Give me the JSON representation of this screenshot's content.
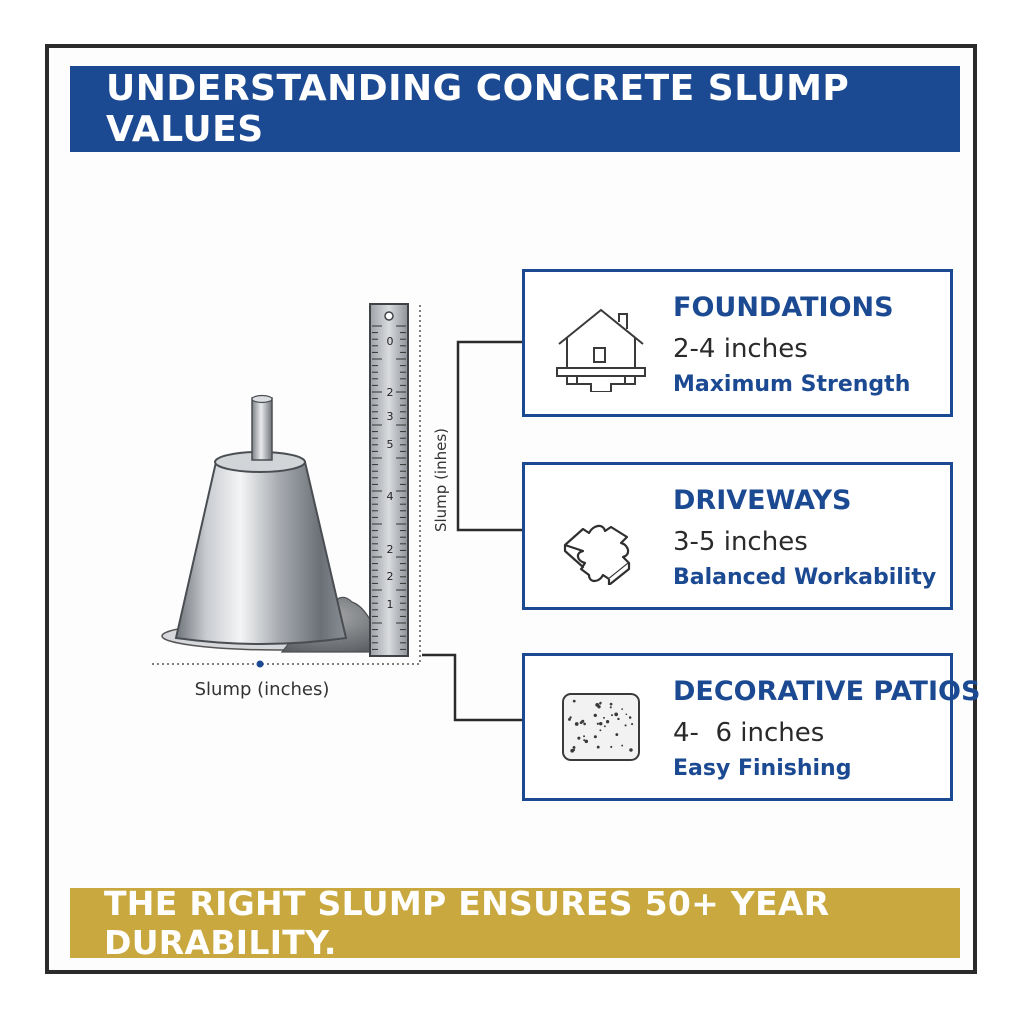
{
  "title": "UNDERSTANDING CONCRETE SLUMP VALUES",
  "footer": "THE RIGHT SLUMP ENSURES 50+ YEAR DURABILITY.",
  "ruler": {
    "axis_label": "Slump (inhes)",
    "ticks": [
      "0",
      "2",
      "3",
      "5",
      "4",
      "2",
      "2",
      "1"
    ]
  },
  "base_label": "Slump (inches)",
  "cards": [
    {
      "title": "FOUNDATIONS",
      "value": "2-4 inches",
      "note": "Maximum Strength",
      "icon": "house-foundation-icon"
    },
    {
      "title": "DRIVEWAYS",
      "value": "3-5 inches",
      "note": "Balanced Workability",
      "icon": "paver-puzzle-icon"
    },
    {
      "title": "DECORATIVE PATIOS",
      "value": "4-  6 inches",
      "note": "Easy Finishing",
      "icon": "speckled-slab-icon"
    }
  ],
  "colors": {
    "brand_blue": "#1b4a93",
    "gold": "#c9a93f",
    "frame": "#2b2b2b"
  }
}
